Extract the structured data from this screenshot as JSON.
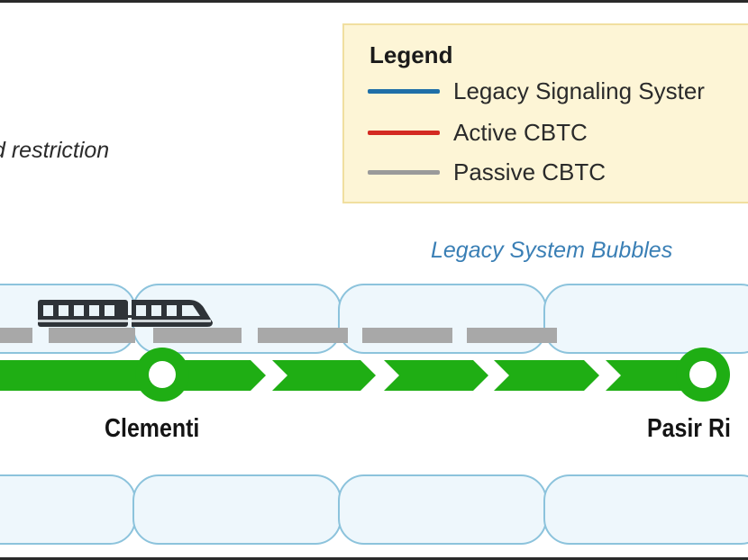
{
  "note": {
    "text": "d restriction"
  },
  "legend": {
    "title": "Legend",
    "items": [
      {
        "label": "Legacy Signaling Syster",
        "color": "#1f6fa8"
      },
      {
        "label": "Active CBTC",
        "color": "#d42a22"
      },
      {
        "label": "Passive CBTC",
        "color": "#9a9a9a"
      }
    ]
  },
  "bubbles": {
    "title": "Legacy System Bubbles",
    "border_color": "#8cc3dc",
    "fill_color": "#eef7fc"
  },
  "line": {
    "color": "#1fae14",
    "passive_track_color": "#a8a8a8"
  },
  "stations": [
    {
      "name": "Clementi"
    },
    {
      "name": "Pasir Ri"
    }
  ],
  "train": {
    "icon": "train-icon",
    "color": "#2e3338"
  }
}
